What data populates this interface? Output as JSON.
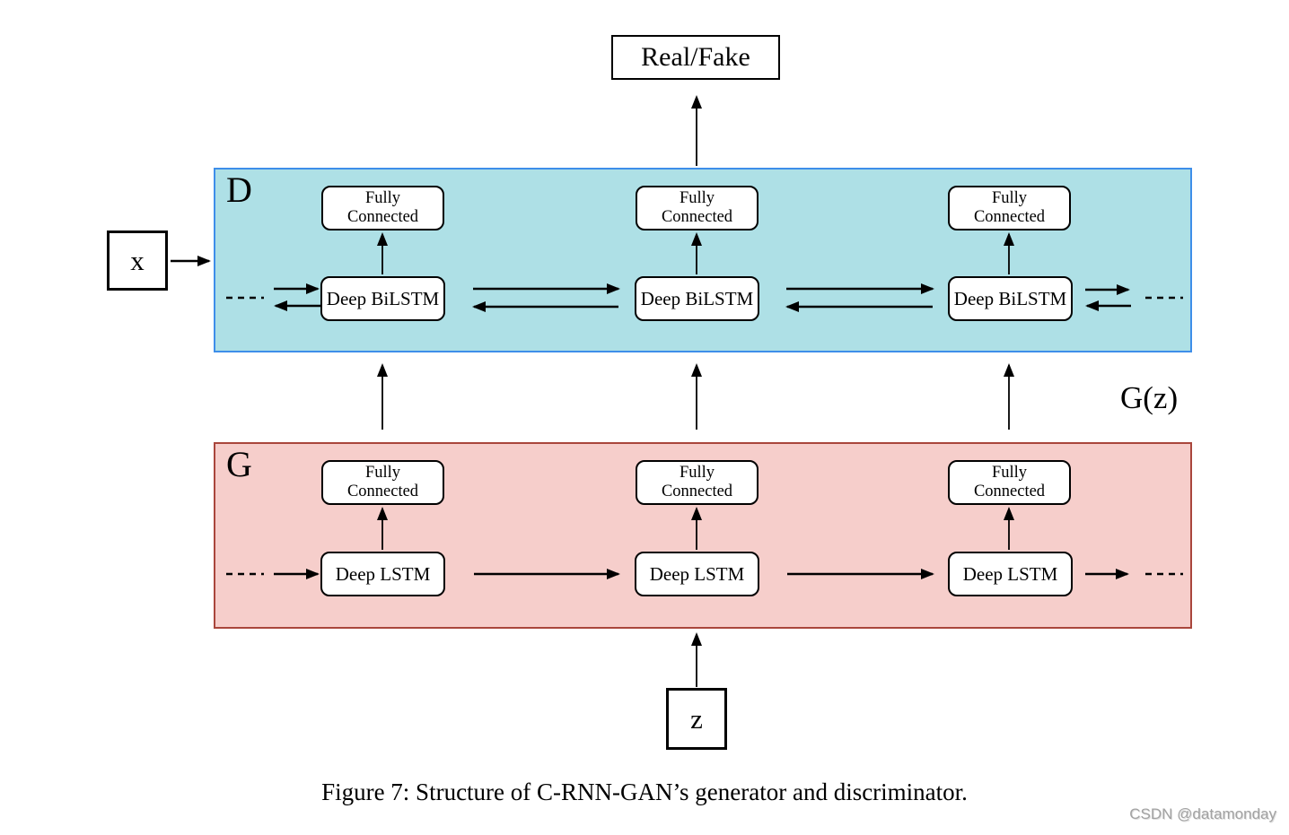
{
  "figure": {
    "output_box_label": "Real/Fake",
    "input_x_label": "x",
    "latent_z_label": "z",
    "gz_annotation": "G(z)",
    "discriminator": {
      "panel_label": "D",
      "fill_color": "#aee0e6",
      "border_color": "#3e8ee9",
      "fc_line1": "Fully",
      "fc_line2": "Connected",
      "cell_label": "Deep BiLSTM"
    },
    "generator": {
      "panel_label": "G",
      "fill_color": "#f6cecb",
      "border_color": "#a9463c",
      "fc_line1": "Fully",
      "fc_line2": "Connected",
      "cell_label": "Deep LSTM"
    },
    "caption": "Figure 7: Structure of C-RNN-GAN’s generator and discriminator.",
    "watermark": "CSDN @datamonday"
  }
}
